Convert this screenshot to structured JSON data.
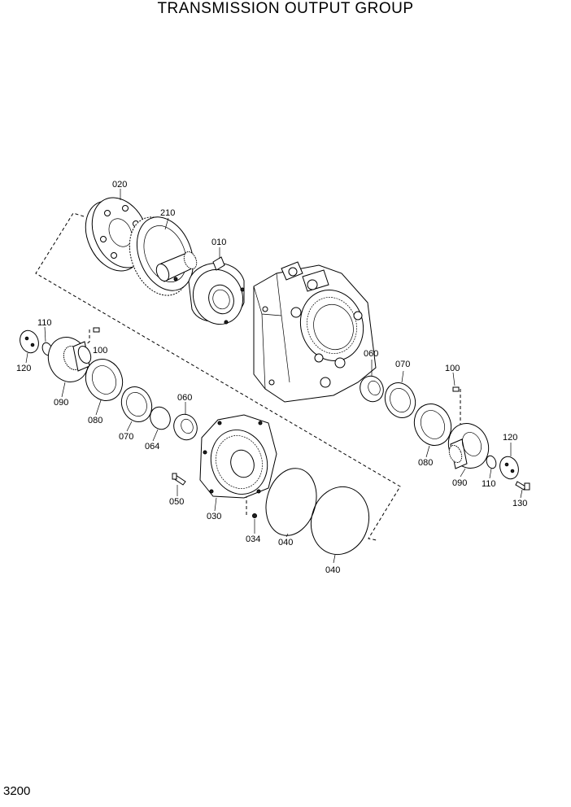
{
  "page": {
    "title": "TRANSMISSION OUTPUT GROUP",
    "page_number": "3200"
  },
  "callouts": {
    "c020": "020",
    "c210": "210",
    "c010": "010",
    "c110a": "110",
    "c120a": "120",
    "c100a": "100",
    "c090a": "090",
    "c080a": "080",
    "c070a": "070",
    "c064": "064",
    "c060a": "060",
    "c050": "050",
    "c030": "030",
    "c034": "034",
    "c040a": "040",
    "c040b": "040",
    "c060b": "060",
    "c070b": "070",
    "c100b": "100",
    "c080b": "080",
    "c090b": "090",
    "c110b": "110",
    "c120b": "120",
    "c130": "130"
  }
}
